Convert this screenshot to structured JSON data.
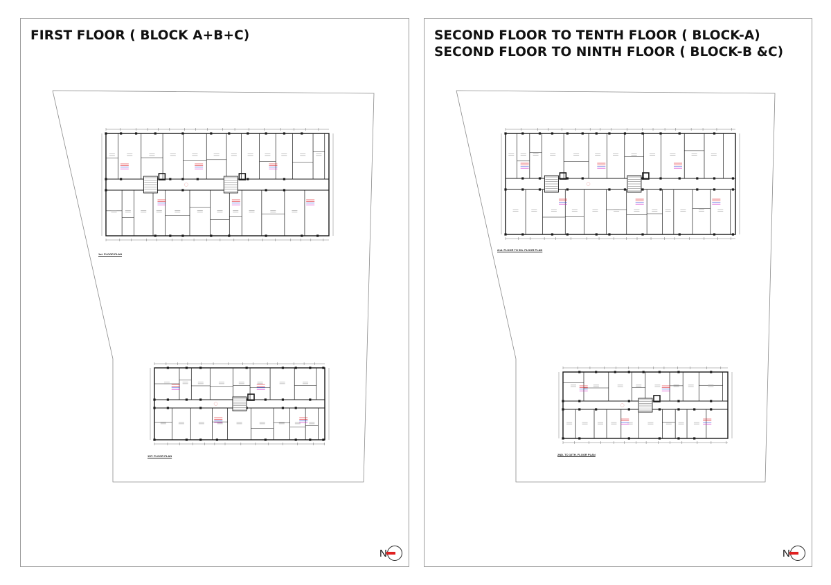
{
  "sheets": [
    {
      "title": "FIRST FLOOR ( BLOCK A+B+C)",
      "plan_labels": [
        "1st. FLOOR PLAN",
        "1ST. FLOOR PLAN"
      ],
      "north": "N"
    },
    {
      "title": "SECOND FLOOR TO TENTH FLOOR ( BLOCK-A)\nSECOND FLOOR TO NINTH FLOOR ( BLOCK-B &C)",
      "plan_labels": [
        "2nd. FLOOR TO 9th. FLOOR PLAN",
        "2ND. TO 10TH. FLOOR PLAN"
      ],
      "north": "N"
    }
  ],
  "colors": {
    "ink": "#1a1a1a",
    "thin_line": "#555555",
    "label_red": "#e0212a",
    "label_blue": "#3049d8",
    "label_magenta": "#d01fc4",
    "north_arrow": "#e02020"
  },
  "icons": [
    "north-arrow-icon"
  ]
}
